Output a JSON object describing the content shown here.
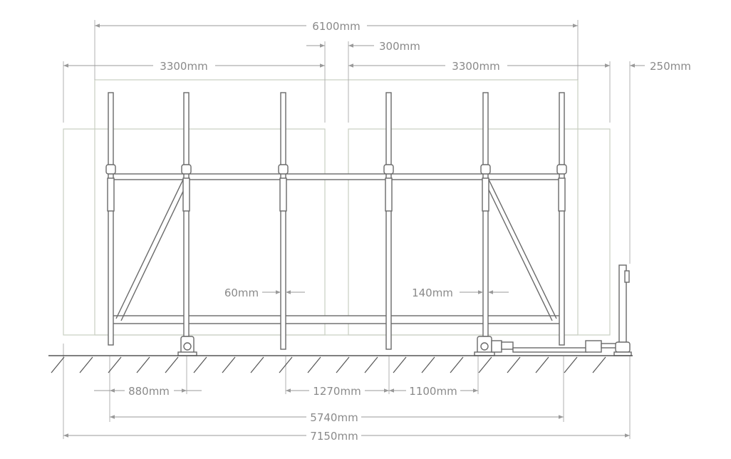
{
  "dimensions": {
    "overall_top": "6100mm",
    "gap_top": "300mm",
    "left_leaf": "3300mm",
    "right_leaf": "3300mm",
    "side_margin": "250mm",
    "post_width": "60mm",
    "frame_member": "140mm",
    "wheel_offset": "880mm",
    "post_spacing": "1270mm",
    "post_to_motor": "1100mm",
    "frame_length": "5740mm",
    "overall_bottom": "7150mm"
  },
  "colors": {
    "dimension": "#9a9a9a",
    "frame": "#6a6a6a",
    "panel": "#c9cfc2",
    "ground": "#555555"
  }
}
